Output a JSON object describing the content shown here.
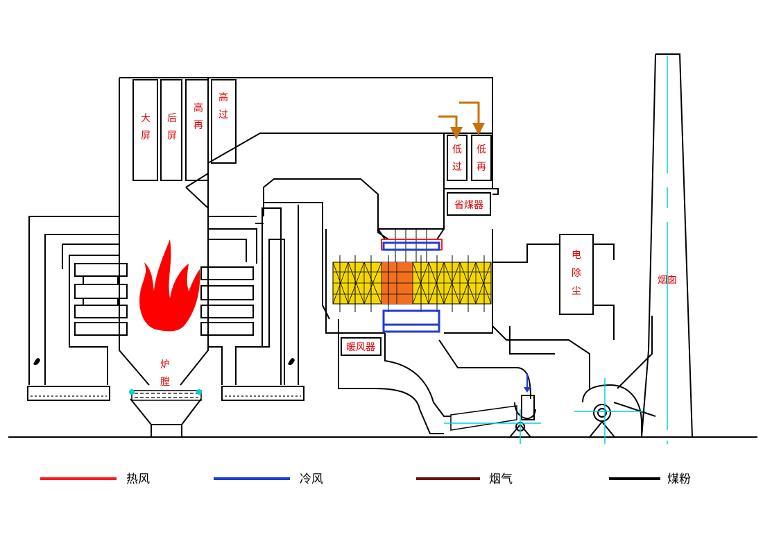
{
  "labels": {
    "da_ping": [
      "大",
      "屏"
    ],
    "hou_ping": [
      "后",
      "屏"
    ],
    "gao_zai": [
      "高",
      "再"
    ],
    "gao_guo": [
      "高",
      "过"
    ],
    "di_guo": [
      "低",
      "过"
    ],
    "di_zai": [
      "低",
      "再"
    ],
    "sheng_mei_qi": "省煤器",
    "dian_chu_chen": [
      "电",
      "除",
      "尘"
    ],
    "yan_cong": "烟囱",
    "lu_tang": [
      "炉",
      "膛"
    ],
    "nuan_feng_qi": "暖风器"
  },
  "legend": [
    {
      "label": "热风",
      "color": "#ff1a1a"
    },
    {
      "label": "冷风",
      "color": "#1f3bd6"
    },
    {
      "label": "烟气",
      "color": "#6b0f0f"
    },
    {
      "label": "煤粉",
      "color": "#000000"
    }
  ],
  "colors": {
    "flame": "#ff0000",
    "arrow_orange": "#c8720a",
    "cyan_axis": "#00d0e0",
    "preheater_yellow": "#f5d800",
    "preheater_orange": "#f07020",
    "cold_air_blue": "#1f3bd6",
    "hot_air_red": "#ff1a1a"
  }
}
